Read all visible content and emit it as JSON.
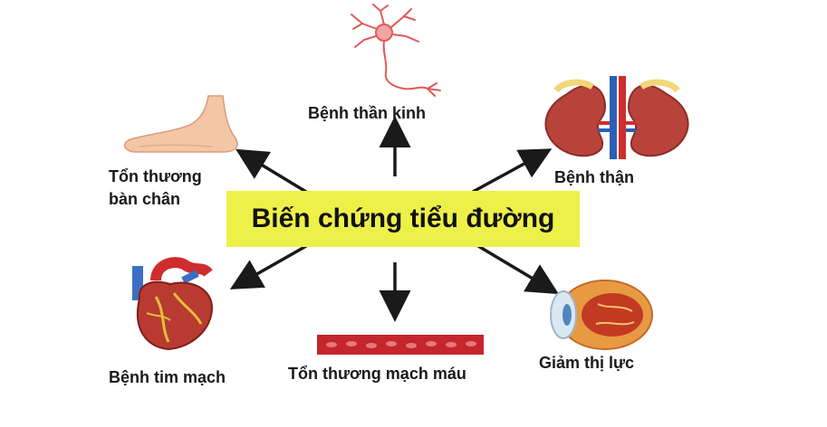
{
  "center": {
    "title": "Biến chứng tiểu đường"
  },
  "nodes": {
    "neuro": {
      "label": "Bệnh thần kinh",
      "icon": "neuron-icon"
    },
    "kidney": {
      "label": "Bệnh thận",
      "icon": "kidney-icon"
    },
    "eye": {
      "label": "Giảm thị lực",
      "icon": "eye-icon"
    },
    "vessel": {
      "label": "Tổn thương mạch máu",
      "icon": "blood-vessel-icon"
    },
    "heart": {
      "label": "Bệnh tim mạch",
      "icon": "heart-icon"
    },
    "foot": {
      "line1": "Tổn thương",
      "line2": "bàn chân",
      "icon": "foot-icon"
    }
  },
  "colors": {
    "center_background": "#eef04a",
    "arrow": "#1a1a1a",
    "vessel": "#c4262b",
    "neuron": "#e05a57"
  }
}
